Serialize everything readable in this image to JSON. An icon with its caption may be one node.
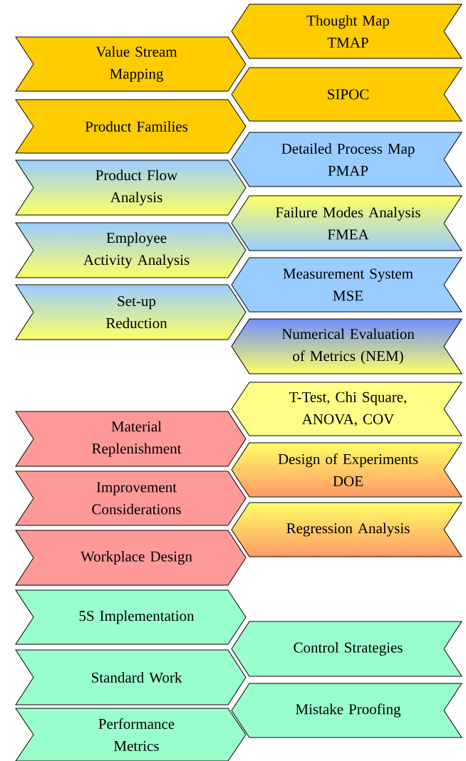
{
  "diagram": {
    "nodes": [
      {
        "text": [
          "Thought Map",
          "TMAP"
        ]
      },
      {
        "text": [
          "Value Stream Mapping"
        ]
      },
      {
        "text": [
          "SIPOC"
        ]
      },
      {
        "text": [
          "Product Families"
        ]
      },
      {
        "text": [
          "Detailed Process Map",
          "PMAP"
        ]
      },
      {
        "text": [
          "Product Flow Analysis"
        ]
      },
      {
        "text": [
          "Failure Modes Analysis",
          "FMEA"
        ]
      },
      {
        "text": [
          "Employee Activity Analysis"
        ]
      },
      {
        "text": [
          "Measurement System",
          "MSE"
        ]
      },
      {
        "text": [
          "Set-up Reduction"
        ]
      },
      {
        "text": [
          "Numerical Evaluation of Metrics (NEM)"
        ]
      },
      {
        "text": [
          "T-Test, Chi Square, ANOVA, COV"
        ]
      },
      {
        "text": [
          "Material Replenishment"
        ]
      },
      {
        "text": [
          "Design of Experiments",
          "DOE"
        ]
      },
      {
        "text": [
          "Improvement Considerations"
        ]
      },
      {
        "text": [
          "Regression Analysis"
        ]
      },
      {
        "text": [
          "Workplace Design"
        ]
      },
      {
        "text": [
          "5S Implementation"
        ]
      },
      {
        "text": [
          "Control Strategies"
        ]
      },
      {
        "text": [
          "Standard Work"
        ]
      },
      {
        "text": [
          "Mistake Proofing"
        ]
      },
      {
        "text": [
          "Performance Metrics"
        ]
      }
    ]
  }
}
